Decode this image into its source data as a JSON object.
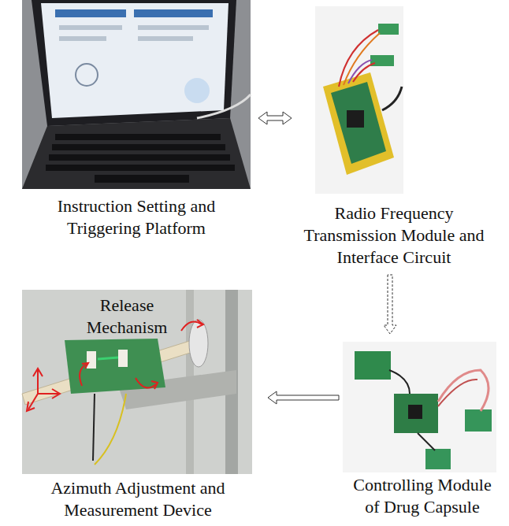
{
  "diagram": {
    "nodes": [
      {
        "text": [
          "Instruction Setting and Triggering Platform"
        ]
      },
      {
        "text": [
          "Radio Frequency Transmission Module and Interface Circuit"
        ]
      },
      {
        "text": [
          "Azimuth Adjustment and Measurement Device"
        ]
      },
      {
        "text": [
          "Controlling Module of Drug Capsule"
        ]
      }
    ],
    "edges": [
      {
        "from": 0,
        "to": 1,
        "arrow": "both"
      },
      {
        "from": 1,
        "to": 3,
        "arrow": "to"
      },
      {
        "from": 3,
        "to": 2,
        "arrow": "to"
      }
    ],
    "labels": [
      "Release Mechanism"
    ]
  }
}
